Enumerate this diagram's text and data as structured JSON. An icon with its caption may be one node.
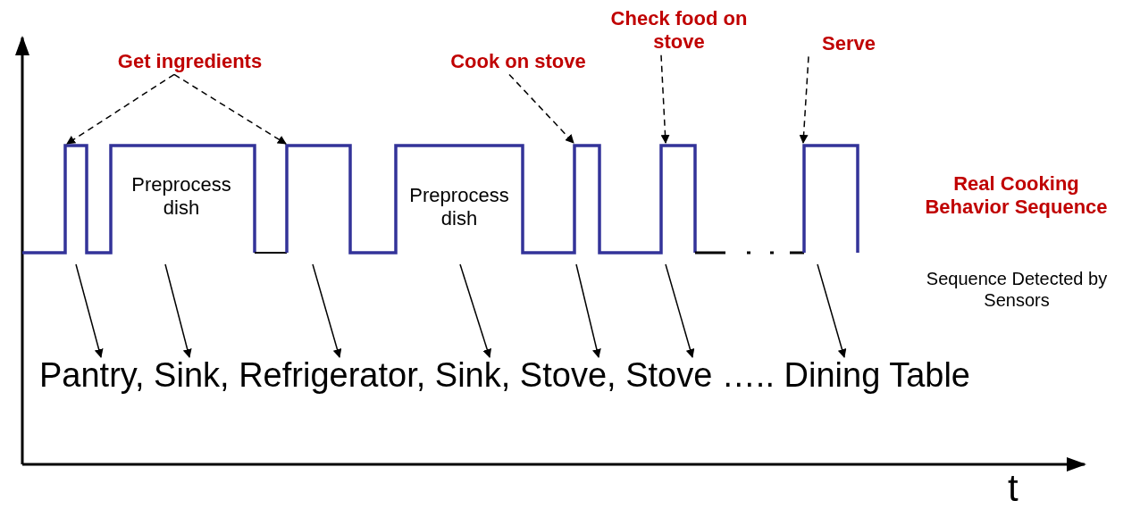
{
  "diagram": {
    "nodes": [
      {
        "text": [
          "Get ingredients"
        ]
      },
      {
        "text": [
          "Cook on stove"
        ]
      },
      {
        "text": [
          "Check food on stove"
        ]
      },
      {
        "text": [
          "Serve"
        ]
      },
      {
        "text": [
          "Pantry, Sink, Refrigerator, Sink, Stove, Stove ….. Dining Table"
        ]
      }
    ],
    "edges": [
      {
        "from": 0,
        "to": null,
        "arrow": "to",
        "style": "dashed"
      },
      {
        "from": 0,
        "to": null,
        "arrow": "to",
        "style": "dashed"
      },
      {
        "from": 1,
        "to": null,
        "arrow": "to",
        "style": "dashed"
      },
      {
        "from": 2,
        "to": null,
        "arrow": "to",
        "style": "dashed"
      },
      {
        "from": 3,
        "to": null,
        "arrow": "to",
        "style": "dashed"
      },
      {
        "from": null,
        "to": 4,
        "arrow": "to"
      },
      {
        "from": null,
        "to": 4,
        "arrow": "to"
      },
      {
        "from": null,
        "to": 4,
        "arrow": "to"
      },
      {
        "from": null,
        "to": 4,
        "arrow": "to"
      },
      {
        "from": null,
        "to": 4,
        "arrow": "to"
      },
      {
        "from": null,
        "to": 4,
        "arrow": "to"
      },
      {
        "from": null,
        "to": 4,
        "arrow": "to"
      }
    ],
    "labels": [
      "Preprocess dish",
      "Preprocess dish",
      "Real Cooking Behavior Sequence",
      "Sequence Detected by Sensors",
      "t"
    ]
  }
}
